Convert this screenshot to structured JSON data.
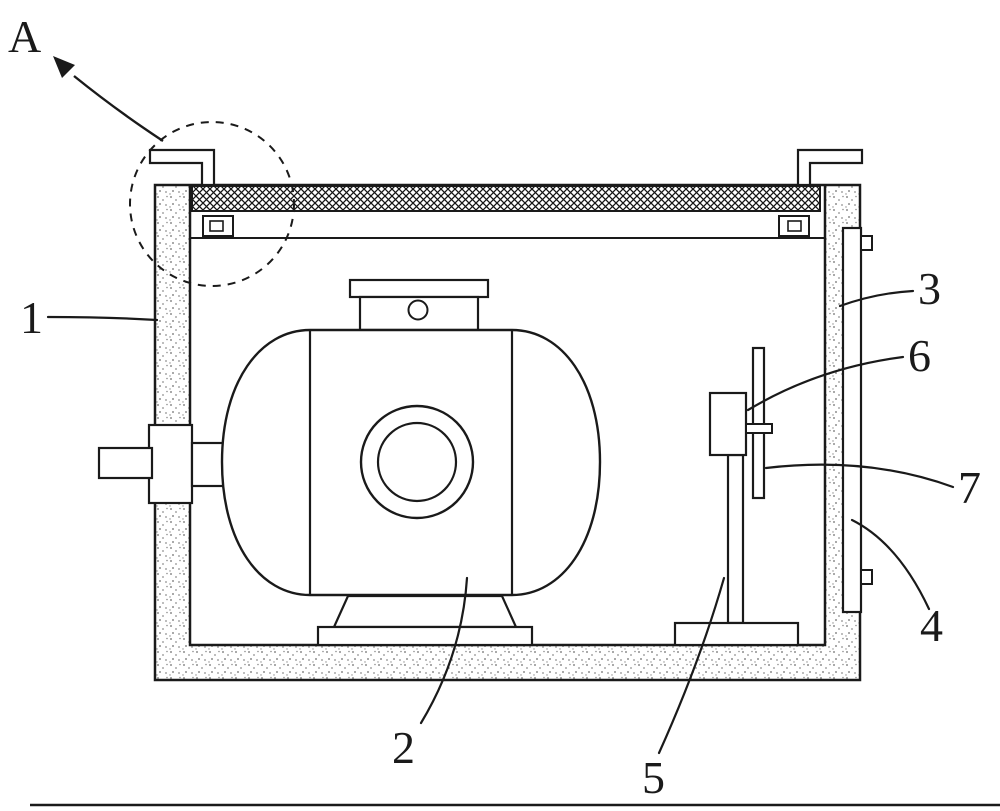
{
  "colors": {
    "line": "#1a1a1a",
    "stipple_dot": "#8f8f8f",
    "mesh_line": "#151515",
    "background": "#ffffff"
  },
  "figure": {
    "view_label": "A",
    "part_labels": {
      "housing": "1",
      "pump_body": "2",
      "side_plate_upper": "3",
      "side_plate_lower": "4",
      "support_stand": "5",
      "drive_box": "6",
      "blade": "7"
    }
  }
}
